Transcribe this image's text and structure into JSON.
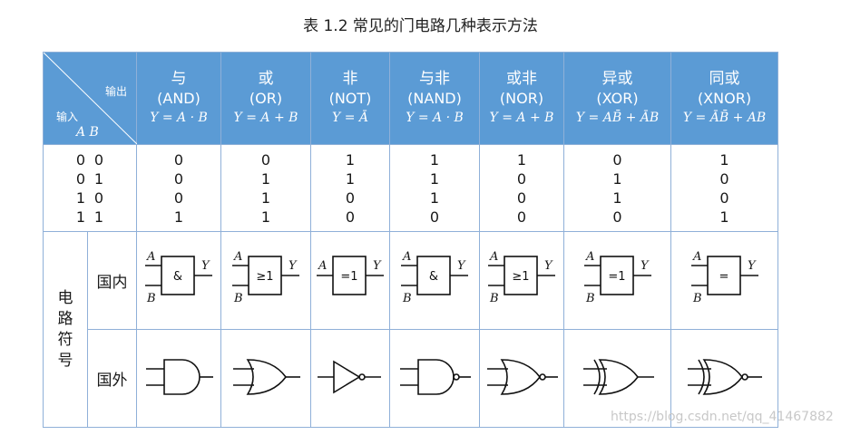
{
  "title": "表 1.2 常见的门电路几种表示方法",
  "header": {
    "output_label": "输出",
    "input_label": "输入",
    "ab_label": "A  B"
  },
  "gates": [
    {
      "name": "与",
      "en": "(AND)",
      "expr": "Y = A · B"
    },
    {
      "name": "或",
      "en": "(OR)",
      "expr": "Y = A + B"
    },
    {
      "name": "非",
      "en": "(NOT)",
      "expr": "Y = Ā"
    },
    {
      "name": "与非",
      "en": "(NAND)",
      "expr": "Y = A · B"
    },
    {
      "name": "或非",
      "en": "(NOR)",
      "expr": "Y = A + B"
    },
    {
      "name": "异或",
      "en": "(XOR)",
      "expr": "Y = AB̄ + ĀB"
    },
    {
      "name": "同或",
      "en": "(XNOR)",
      "expr": "Y = ĀB̄ + AB"
    }
  ],
  "inputs": [
    [
      "0",
      "0"
    ],
    [
      "0",
      "1"
    ],
    [
      "1",
      "0"
    ],
    [
      "1",
      "1"
    ]
  ],
  "outputs": [
    [
      "0",
      "0",
      "0",
      "1"
    ],
    [
      "0",
      "1",
      "1",
      "1"
    ],
    [
      "1",
      "1",
      "0",
      "0"
    ],
    [
      "1",
      "1",
      "1",
      "0"
    ],
    [
      "1",
      "0",
      "0",
      "0"
    ],
    [
      "0",
      "1",
      "1",
      "0"
    ],
    [
      "1",
      "0",
      "0",
      "1"
    ]
  ],
  "symbols_label": "电路符号",
  "domestic_label": "国内",
  "foreign_label": "国外",
  "domestic_symbols": [
    "&",
    "≥1",
    "=1",
    "&",
    "≥1",
    "=1",
    "="
  ],
  "pin_labels": {
    "a": "A",
    "b": "B",
    "y": "Y"
  },
  "watermark": "https://blog.csdn.net/qq_41467882",
  "colors": {
    "header_bg": "#5b9bd5",
    "border": "#8fb0d8"
  }
}
